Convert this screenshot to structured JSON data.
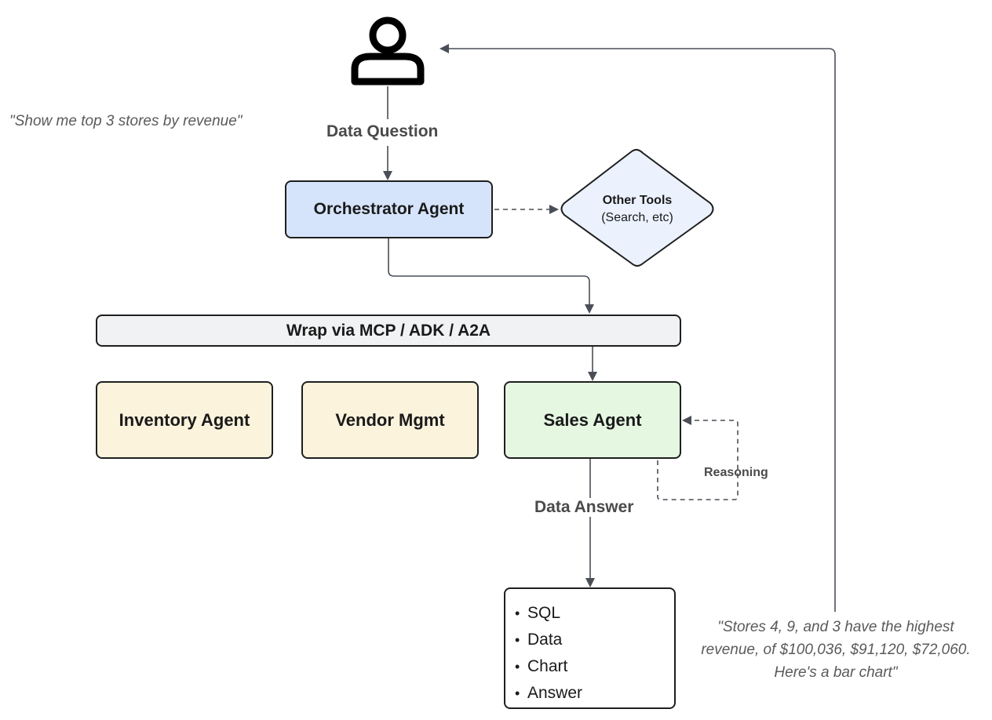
{
  "diagram": {
    "user_prompt": "\"Show me top 3 stores by revenue\"",
    "data_question_label": "Data Question",
    "orchestrator_label": "Orchestrator Agent",
    "other_tools": {
      "title": "Other Tools",
      "subtitle": "(Search, etc)"
    },
    "wrap_label": "Wrap via MCP / ADK / A2A",
    "agents": [
      {
        "label": "Inventory Agent"
      },
      {
        "label": "Vendor Mgmt"
      },
      {
        "label": "Sales Agent"
      }
    ],
    "reasoning_label": "Reasoning",
    "data_answer_label": "Data Answer",
    "answer_items": [
      "SQL",
      "Data",
      "Chart",
      "Answer"
    ],
    "response_quote": {
      "line1": "\"Stores 4, 9, and 3 have the highest",
      "line2": "revenue, of $100,036, $91,120, $72,060.",
      "line3": "Here's a bar chart\""
    },
    "colors": {
      "orchestrator_fill": "#d6e4fb",
      "diamond_fill": "#ebf2fe",
      "wrap_fill": "#f1f2f4",
      "agent_fill": "#fbf3dc",
      "sales_fill": "#e5f7e1",
      "edge": "#4a4f57"
    }
  }
}
